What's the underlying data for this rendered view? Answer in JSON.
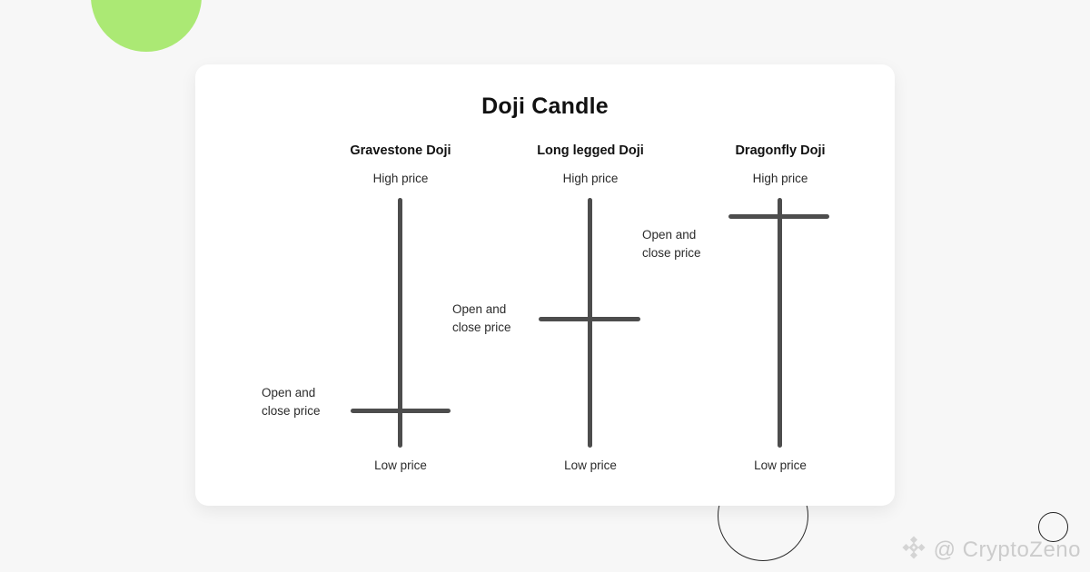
{
  "title": "Doji Candle",
  "candles": [
    {
      "name": "Gravestone Doji",
      "high_label": "High price",
      "low_label": "Low price",
      "open_close_label": "Open and close price",
      "cross_position": "bottom"
    },
    {
      "name": "Long legged Doji",
      "high_label": "High price",
      "low_label": "Low price",
      "open_close_label": "Open and close price",
      "cross_position": "middle"
    },
    {
      "name": "Dragonfly Doji",
      "high_label": "High price",
      "low_label": "Low price",
      "open_close_label": "Open and close price",
      "cross_position": "top"
    }
  ],
  "watermark": {
    "handle": "@ CryptoZeno",
    "icon": "binance-logo-icon"
  },
  "colors": {
    "background": "#f7f7f7",
    "card": "#ffffff",
    "candle_line": "#4d4d4d",
    "accent_green": "#abe974",
    "watermark_text": "#cccccc",
    "circle_outline": "#2a2a2a"
  }
}
